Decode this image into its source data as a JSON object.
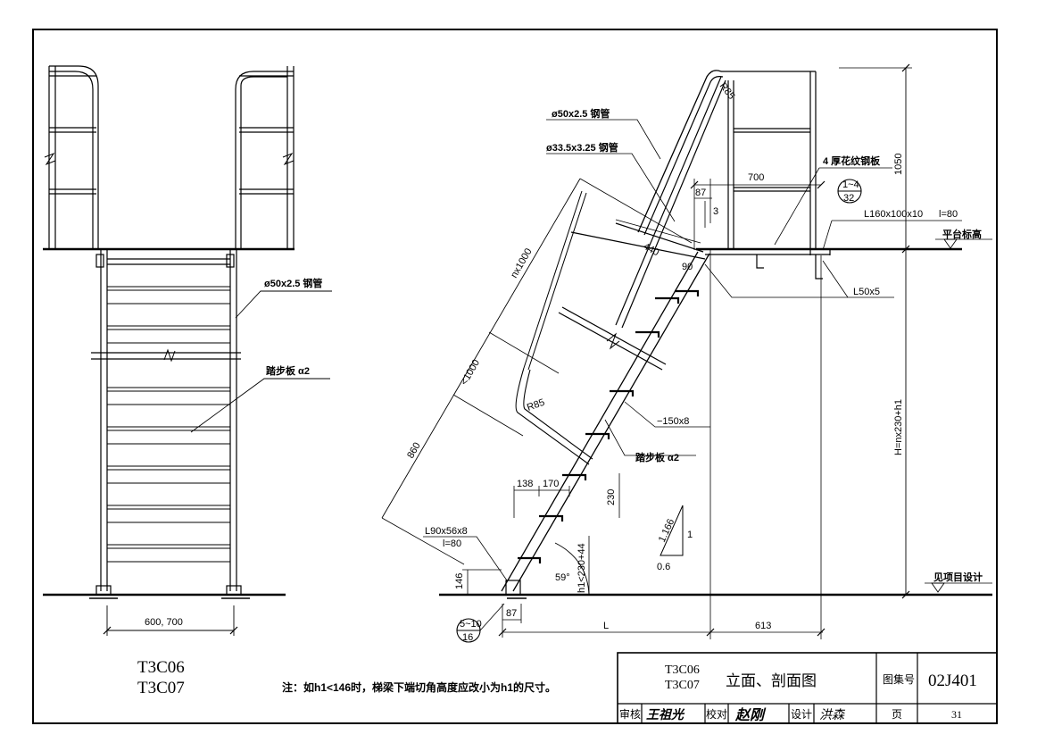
{
  "drawing": {
    "title_left_1": "T3C06",
    "title_left_2": "T3C07",
    "note": "注：如h1<146时，梯梁下端切角高度应改小为h1的尺寸。",
    "front_view": {
      "label_pipe": "ø50x2.5 钢管",
      "label_tread": "踏步板 α2",
      "dim_width": "600, 700"
    },
    "section_view": {
      "label_pipe_50": "ø50x2.5 钢管",
      "label_pipe_33": "ø33.5x3.25 钢管",
      "label_plate": "4 厚花纹钢板",
      "label_angle_top": "L160x100x10",
      "label_angle_top_len": "l=80",
      "label_platform": "平台标高",
      "label_l50": "L50x5",
      "label_flat": "−150x8",
      "label_tread": "踏步板 α2",
      "label_l90": "L90x56x8",
      "label_l90_len": "l=80",
      "label_project": "见项目设计",
      "dim_1050": "1050",
      "dim_h": "H=nx230+h1",
      "dim_700": "700",
      "dim_87_top": "87",
      "dim_3": "3",
      "dim_440": "440",
      "dim_90": "90",
      "dim_nx1000": "nx1000",
      "dim_lt1000": "<1000",
      "dim_860": "860",
      "dim_r85_top": "R85",
      "dim_r85": "R85",
      "dim_138": "138",
      "dim_170": "170",
      "dim_230": "230",
      "dim_146": "146",
      "dim_h1": "h1<230+44",
      "dim_59": "59°",
      "dim_87_bottom": "87",
      "dim_L": "L",
      "dim_613": "613",
      "slope_1166": "1.166",
      "slope_1": "1",
      "slope_06": "0.6",
      "detail_top_num": "1~4",
      "detail_top_page": "32",
      "detail_bot_num": "5~10",
      "detail_bot_page": "16"
    }
  },
  "title_block": {
    "codes_1": "T3C06",
    "codes_2": "T3C07",
    "name": "立面、剖面图",
    "atlas_label": "图集号",
    "atlas_no": "02J401",
    "review_label": "审核",
    "review_sign": "王祖光",
    "check_label": "校对",
    "check_sign": "赵刚",
    "design_label": "设计",
    "design_sign": "洪森",
    "page_label": "页",
    "page_no": "31"
  }
}
